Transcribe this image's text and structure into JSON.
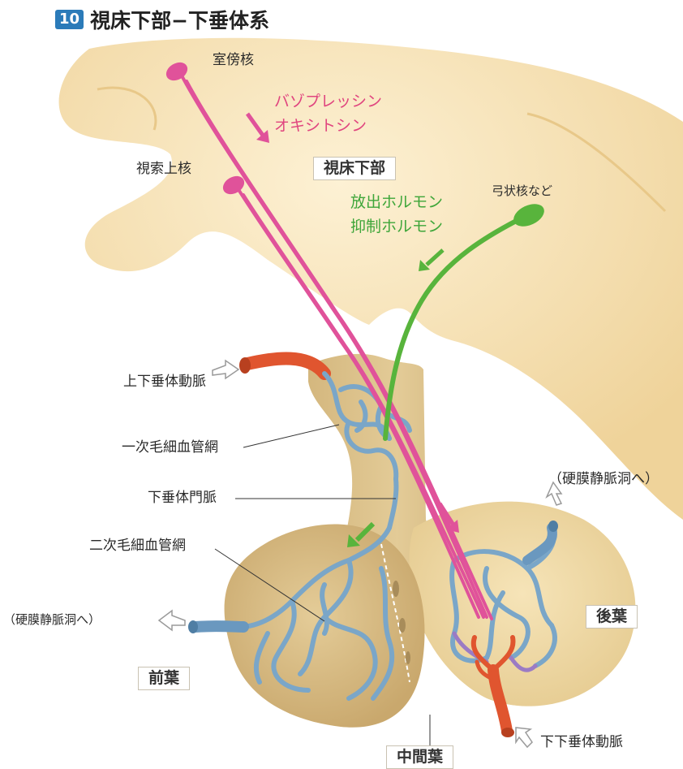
{
  "title": {
    "number": "10",
    "text": "視床下部−下垂体系"
  },
  "labels": {
    "paraventricular": "室傍核",
    "supraoptic": "視索上核",
    "vasopressin": "バゾプレッシン",
    "oxytocin": "オキシトシン",
    "hypothalamus": "視床下部",
    "arcuate": "弓状核など",
    "releasing": "放出ホルモン",
    "inhibiting": "抑制ホルモン",
    "sup_artery": "上下垂体動脈",
    "primary_capillary": "一次毛細血管網",
    "portal_vein": "下垂体門脈",
    "secondary_capillary": "二次毛細血管網",
    "dural_sinus_right": "（硬膜静脈洞へ）",
    "dural_sinus_left": "（硬膜静脈洞へ）",
    "posterior_lobe": "後葉",
    "anterior_lobe": "前葉",
    "intermediate_lobe": "中間葉",
    "inf_artery": "下下垂体動脈"
  },
  "colors": {
    "brain": "#f3dca5",
    "brain_light": "#fbeecb",
    "pituitary": "#d9bf8a",
    "neuron_pink": "#e0529a",
    "neuron_green": "#58b43c",
    "vessel_blue": "#7aa6c8",
    "artery_red": "#e0552f"
  }
}
